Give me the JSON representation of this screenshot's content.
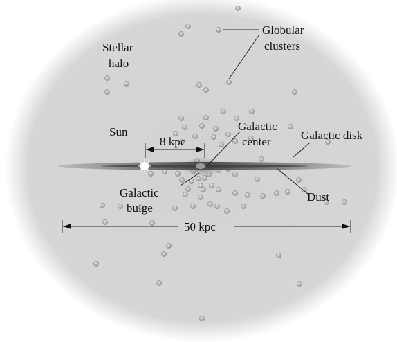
{
  "labels": {
    "stellar_halo": [
      "Stellar",
      "halo"
    ],
    "globular_clusters": [
      "Globular",
      "clusters"
    ],
    "sun": "Sun",
    "sun_to_center_distance": "8 kpc",
    "galactic_center": [
      "Galactic",
      "center"
    ],
    "galactic_disk": "Galactic disk",
    "galactic_bulge": [
      "Galactic",
      "bulge"
    ],
    "dust": "Dust",
    "disk_diameter": "50 kpc"
  },
  "colors": {
    "halo_fill": "#d4d4d4",
    "halo_edge": "#ffffff",
    "disk": "#7a7a7a",
    "dust_lane": "#3d3d3d",
    "cluster": "#b3b3b3",
    "cluster_edge": "#8c8c8c",
    "sun": "#ffffff",
    "text": "#111111"
  }
}
